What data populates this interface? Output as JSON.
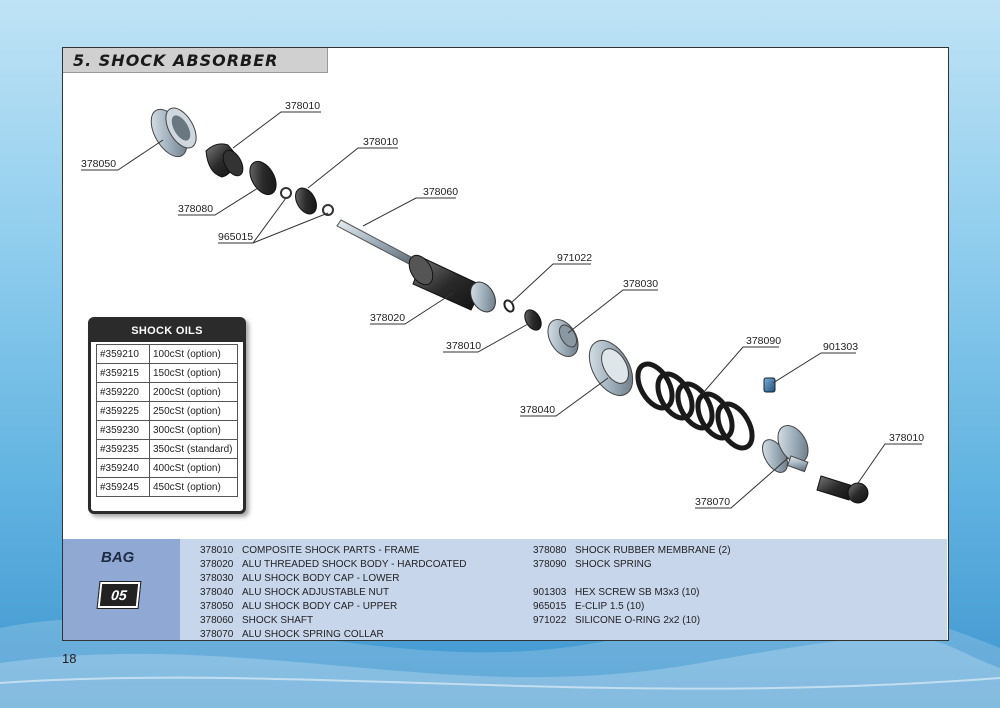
{
  "page": {
    "title": "5. SHOCK ABSORBER",
    "page_number": "18"
  },
  "callouts": {
    "c378010a": "378010",
    "c378010b": "378010",
    "c378050": "378050",
    "c378080": "378080",
    "c965015": "965015",
    "c378060": "378060",
    "c378020": "378020",
    "c971022": "971022",
    "c378030": "378030",
    "c378010c": "378010",
    "c378040": "378040",
    "c378090": "378090",
    "c901303": "901303",
    "c378010d": "378010",
    "c378070": "378070"
  },
  "oils": {
    "header": "SHOCK OILS",
    "rows": [
      {
        "code": "#359210",
        "desc": "100cSt (option)"
      },
      {
        "code": "#359215",
        "desc": "150cSt (option)"
      },
      {
        "code": "#359220",
        "desc": "200cSt (option)"
      },
      {
        "code": "#359225",
        "desc": "250cSt (option)"
      },
      {
        "code": "#359230",
        "desc": "300cSt (option)"
      },
      {
        "code": "#359235",
        "desc": "350cSt (standard)"
      },
      {
        "code": "#359240",
        "desc": "400cSt (option)"
      },
      {
        "code": "#359245",
        "desc": "450cSt (option)"
      }
    ]
  },
  "bag": {
    "label": "BAG",
    "number": "05"
  },
  "parts_left": [
    {
      "code": "378010",
      "name": "COMPOSITE SHOCK PARTS - FRAME"
    },
    {
      "code": "378020",
      "name": "ALU THREADED SHOCK BODY - HARDCOATED"
    },
    {
      "code": "378030",
      "name": "ALU SHOCK BODY CAP - LOWER"
    },
    {
      "code": "378040",
      "name": "ALU SHOCK ADJUSTABLE NUT"
    },
    {
      "code": "378050",
      "name": "ALU SHOCK BODY CAP - UPPER"
    },
    {
      "code": "378060",
      "name": "SHOCK SHAFT"
    },
    {
      "code": "378070",
      "name": "ALU SHOCK SPRING COLLAR"
    }
  ],
  "parts_right": [
    {
      "code": "378080",
      "name": "SHOCK RUBBER MEMBRANE (2)"
    },
    {
      "code": "378090",
      "name": "SHOCK SPRING"
    },
    {
      "code": "",
      "name": ""
    },
    {
      "code": "901303",
      "name": "HEX SCREW SB M3x3  (10)"
    },
    {
      "code": "965015",
      "name": "E-CLIP 1.5  (10)"
    },
    {
      "code": "971022",
      "name": "SILICONE O-RING 2x2  (10)"
    }
  ]
}
